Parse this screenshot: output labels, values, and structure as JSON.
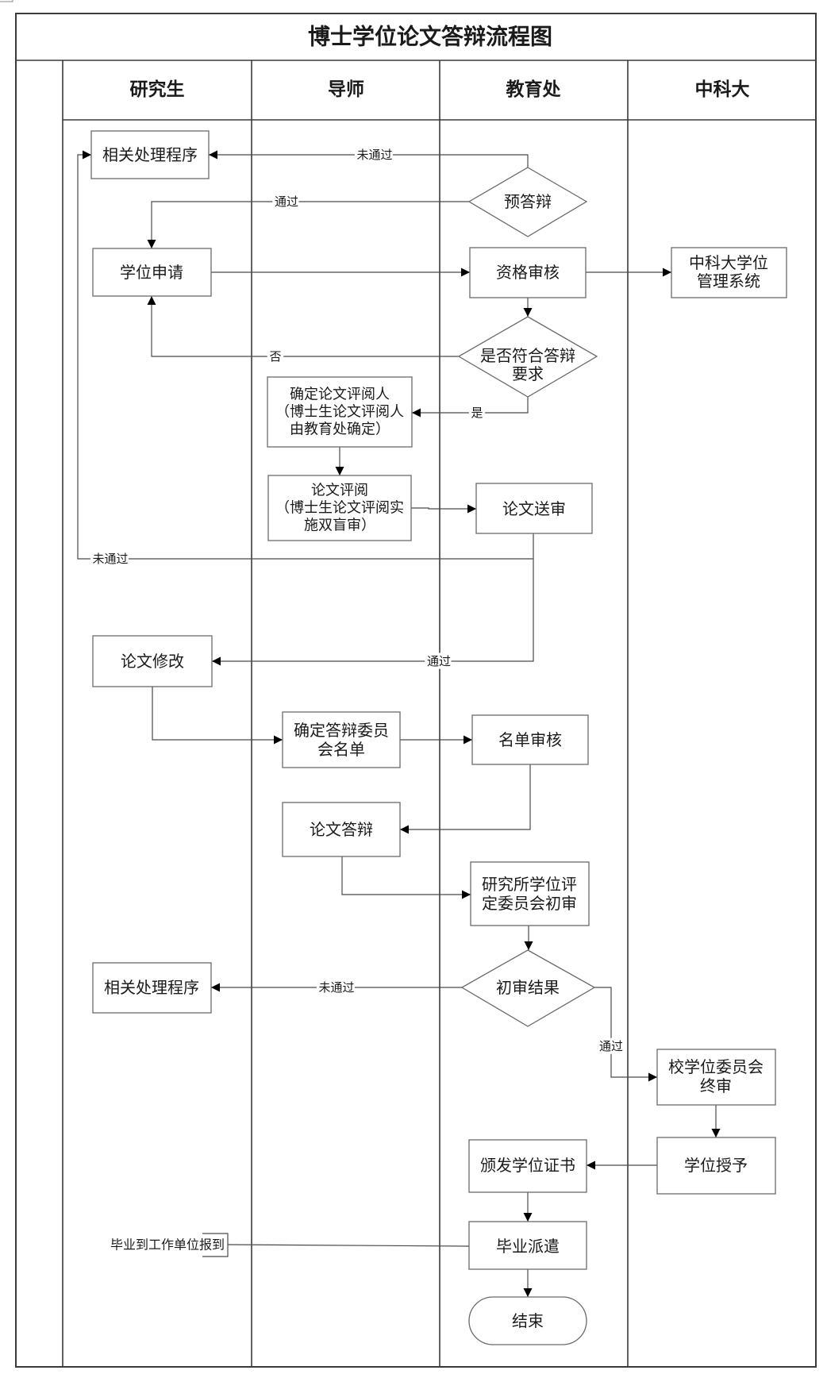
{
  "title": "博士学位论文答辩流程图",
  "lanes": [
    {
      "label": "研究生"
    },
    {
      "label": "导师"
    },
    {
      "label": "教育处"
    },
    {
      "label": "中科大"
    }
  ],
  "nodes": {
    "related_process_top": {
      "shape": "process",
      "lane": "研究生",
      "lines": [
        "相关处理程序"
      ]
    },
    "pre_defense": {
      "shape": "decision",
      "lane": "教育处",
      "lines": [
        "预答辩"
      ]
    },
    "degree_application": {
      "shape": "process",
      "lane": "研究生",
      "lines": [
        "学位申请"
      ]
    },
    "qualification_review": {
      "shape": "process",
      "lane": "教育处",
      "lines": [
        "资格审核"
      ]
    },
    "ucas_degree_system": {
      "shape": "process",
      "lane": "中科大",
      "lines": [
        "中科大学位",
        "管理系统"
      ]
    },
    "meets_requirements": {
      "shape": "decision",
      "lane": "教育处",
      "lines": [
        "是否符合答辩",
        "要求"
      ]
    },
    "assign_reviewers": {
      "shape": "process",
      "lane": "导师",
      "lines": [
        "确定论文评阅人",
        "（博士生论文评阅人",
        "由教育处确定）"
      ]
    },
    "thesis_review": {
      "shape": "process",
      "lane": "导师",
      "lines": [
        "论文评阅",
        "（博士生论文评阅实",
        "施双盲审）"
      ]
    },
    "thesis_submission": {
      "shape": "process",
      "lane": "教育处",
      "lines": [
        "论文送审"
      ]
    },
    "thesis_revision": {
      "shape": "process",
      "lane": "研究生",
      "lines": [
        "论文修改"
      ]
    },
    "committee_list": {
      "shape": "process",
      "lane": "导师",
      "lines": [
        "确定答辩委员",
        "会名单"
      ]
    },
    "list_review": {
      "shape": "process",
      "lane": "教育处",
      "lines": [
        "名单审核"
      ]
    },
    "thesis_defense": {
      "shape": "process",
      "lane": "导师",
      "lines": [
        "论文答辩"
      ]
    },
    "institute_preliminary_review": {
      "shape": "process",
      "lane": "教育处",
      "lines": [
        "研究所学位评",
        "定委员会初审"
      ]
    },
    "preliminary_result": {
      "shape": "decision",
      "lane": "教育处",
      "lines": [
        "初审结果"
      ]
    },
    "related_process_bottom": {
      "shape": "process",
      "lane": "研究生",
      "lines": [
        "相关处理程序"
      ]
    },
    "university_final_review": {
      "shape": "process",
      "lane": "中科大",
      "lines": [
        "校学位委员会",
        "终审"
      ]
    },
    "degree_conferral": {
      "shape": "process",
      "lane": "中科大",
      "lines": [
        "学位授予"
      ]
    },
    "issue_certificate": {
      "shape": "process",
      "lane": "教育处",
      "lines": [
        "颁发学位证书"
      ]
    },
    "graduation_dispatch": {
      "shape": "process",
      "lane": "教育处",
      "lines": [
        "毕业派遣"
      ]
    },
    "end": {
      "shape": "terminator",
      "lane": "教育处",
      "lines": [
        "结束"
      ]
    }
  },
  "edges": [
    {
      "from": "pre_defense",
      "to": "related_process_top",
      "label": "未通过"
    },
    {
      "from": "pre_defense",
      "to": "degree_application",
      "label": "通过"
    },
    {
      "from": "degree_application",
      "to": "qualification_review",
      "label": ""
    },
    {
      "from": "qualification_review",
      "to": "ucas_degree_system",
      "label": ""
    },
    {
      "from": "qualification_review",
      "to": "meets_requirements",
      "label": ""
    },
    {
      "from": "meets_requirements",
      "to": "degree_application",
      "label": "否"
    },
    {
      "from": "meets_requirements",
      "to": "assign_reviewers",
      "label": "是"
    },
    {
      "from": "assign_reviewers",
      "to": "thesis_review",
      "label": ""
    },
    {
      "from": "thesis_review",
      "to": "thesis_submission",
      "label": ""
    },
    {
      "from": "thesis_submission",
      "to": "related_process_top",
      "label": "未通过"
    },
    {
      "from": "thesis_submission",
      "to": "thesis_revision",
      "label": "通过"
    },
    {
      "from": "thesis_revision",
      "to": "committee_list",
      "label": ""
    },
    {
      "from": "committee_list",
      "to": "list_review",
      "label": ""
    },
    {
      "from": "list_review",
      "to": "thesis_defense",
      "label": ""
    },
    {
      "from": "thesis_defense",
      "to": "institute_preliminary_review",
      "label": ""
    },
    {
      "from": "institute_preliminary_review",
      "to": "preliminary_result",
      "label": ""
    },
    {
      "from": "preliminary_result",
      "to": "related_process_bottom",
      "label": "未通过"
    },
    {
      "from": "preliminary_result",
      "to": "university_final_review",
      "label": "通过"
    },
    {
      "from": "university_final_review",
      "to": "degree_conferral",
      "label": ""
    },
    {
      "from": "degree_conferral",
      "to": "issue_certificate",
      "label": ""
    },
    {
      "from": "issue_certificate",
      "to": "graduation_dispatch",
      "label": ""
    },
    {
      "from": "graduation_dispatch",
      "to": "end",
      "label": ""
    }
  ],
  "annotation": {
    "text": "毕业到工作单位报到",
    "attached_to": "graduation_dispatch"
  }
}
